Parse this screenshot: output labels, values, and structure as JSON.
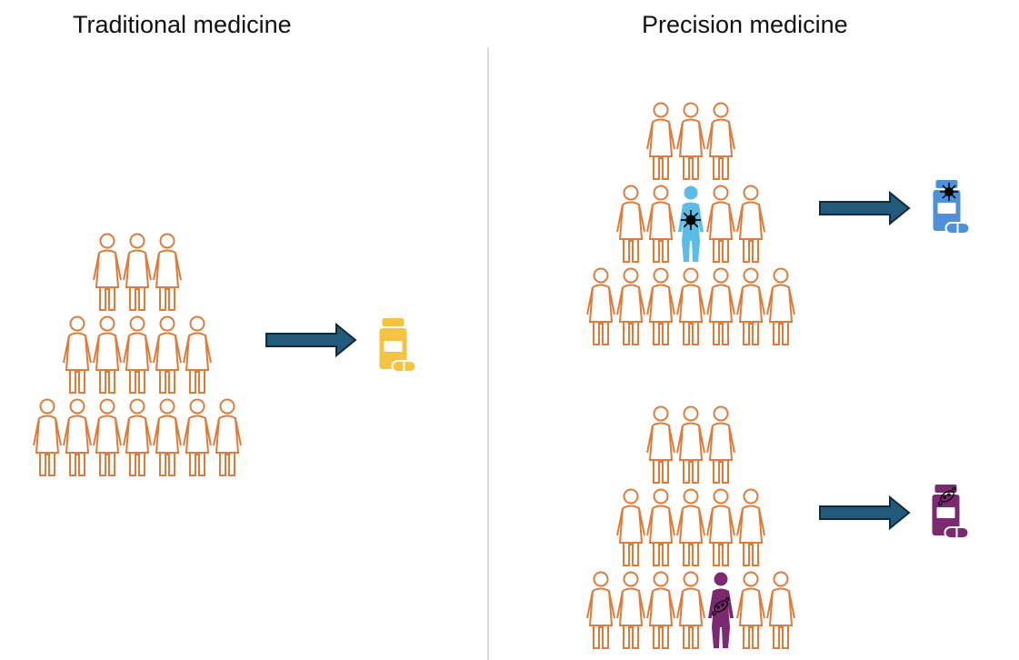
{
  "titles": {
    "left": "Traditional medicine",
    "right": "Precision medicine"
  },
  "colors": {
    "crowd": "#e07b39",
    "arrow_fill": "#215a7a",
    "arrow_stroke": "#10293b",
    "pill_generic": "#f5c242",
    "pill_blue": "#4f91d8",
    "patient_blue": "#5bbde6",
    "patient_purple": "#7b2a72",
    "pathogen_black": "#000000"
  },
  "groups": [
    {
      "id": "traditional",
      "label_ref": "titles.left",
      "rows": [
        3,
        5,
        7
      ],
      "highlight": null,
      "treatment": {
        "icon": "medicine-bottle-icon",
        "color": "pill_generic",
        "marker": null
      }
    },
    {
      "id": "precision-virus",
      "label_ref": "titles.right",
      "rows": [
        3,
        5,
        7
      ],
      "highlight": {
        "row": 1,
        "index": 2,
        "color": "patient_blue",
        "marker": "virus-icon"
      },
      "treatment": {
        "icon": "medicine-bottle-icon",
        "color": "pill_blue",
        "marker": "virus-icon"
      }
    },
    {
      "id": "precision-bacteria",
      "label_ref": "titles.right",
      "rows": [
        3,
        5,
        7
      ],
      "highlight": {
        "row": 2,
        "index": 4,
        "color": "patient_purple",
        "marker": "bacterium-icon"
      },
      "treatment": {
        "icon": "medicine-bottle-icon",
        "color": "patient_purple",
        "marker": "bacterium-icon"
      }
    }
  ]
}
